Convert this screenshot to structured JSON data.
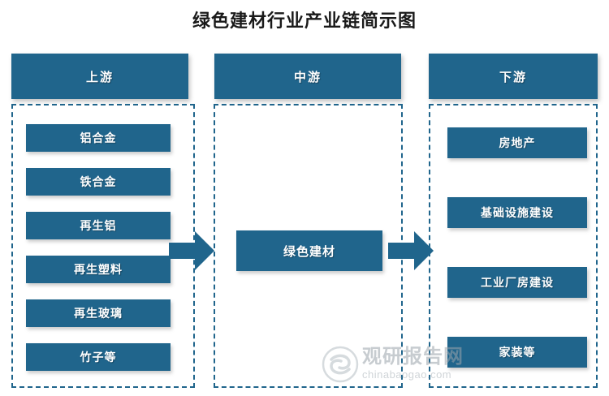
{
  "title": "绿色建材行业产业链简示图",
  "accent_color": "#20658C",
  "columns": [
    {
      "key": "upstream",
      "header": "上游",
      "items": [
        {
          "label": "铝合金"
        },
        {
          "label": "铁合金"
        },
        {
          "label": "再生铝"
        },
        {
          "label": "再生塑料"
        },
        {
          "label": "再生玻璃"
        },
        {
          "label": "竹子等"
        }
      ]
    },
    {
      "key": "midstream",
      "header": "中游",
      "items": [
        {
          "label": "绿色建材"
        }
      ]
    },
    {
      "key": "downstream",
      "header": "下游",
      "items": [
        {
          "label": "房地产"
        },
        {
          "label": "基础设施建设"
        },
        {
          "label": "工业厂房建设"
        },
        {
          "label": "家装等"
        }
      ]
    }
  ],
  "arrows": [
    {
      "name": "arrow-upstream-to-midstream",
      "direction": "right"
    },
    {
      "name": "arrow-midstream-to-downstream",
      "direction": "right"
    }
  ],
  "watermark": {
    "cn": "观研报告网",
    "en": "chinabaogao.com"
  }
}
